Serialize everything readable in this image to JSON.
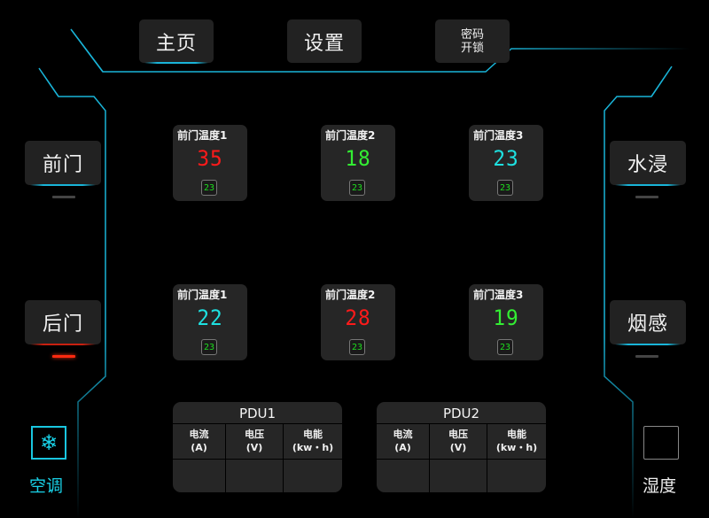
{
  "colors": {
    "accent_line": "#19b4d8",
    "hot": "#ff1a1a",
    "normal": "#33ee33",
    "cool": "#1ee0e0",
    "setpoint": "#1edc1e",
    "alarm": "#ff2a10"
  },
  "top_nav": {
    "home": "主页",
    "settings": "设置",
    "unlock_line1": "密码",
    "unlock_line2": "开锁"
  },
  "left_panel": {
    "front_door": {
      "label": "前门",
      "status": "normal"
    },
    "back_door": {
      "label": "后门",
      "status": "alarm"
    },
    "ac": {
      "label": "空调",
      "icon": "snowflake-icon"
    }
  },
  "right_panel": {
    "water": {
      "label": "水浸",
      "status": "normal"
    },
    "smoke": {
      "label": "烟感",
      "status": "normal"
    },
    "humidity": {
      "label": "湿度"
    }
  },
  "sensors_row1": [
    {
      "title": "前门温度1",
      "value": "35",
      "color": "hot",
      "setpoint": "23"
    },
    {
      "title": "前门温度2",
      "value": "18",
      "color": "normal",
      "setpoint": "23"
    },
    {
      "title": "前门温度3",
      "value": "23",
      "color": "cool",
      "setpoint": "23"
    }
  ],
  "sensors_row2": [
    {
      "title": "前门温度1",
      "value": "22",
      "color": "cool",
      "setpoint": "23"
    },
    {
      "title": "前门温度2",
      "value": "28",
      "color": "hot",
      "setpoint": "23"
    },
    {
      "title": "前门温度3",
      "value": "19",
      "color": "normal",
      "setpoint": "23"
    }
  ],
  "pdus": [
    {
      "title": "PDU1",
      "columns": [
        {
          "name": "电流",
          "unit": "(A)"
        },
        {
          "name": "电压",
          "unit": "(V)"
        },
        {
          "name": "电能",
          "unit": "(kw・h)"
        }
      ],
      "values": [
        "",
        "",
        ""
      ]
    },
    {
      "title": "PDU2",
      "columns": [
        {
          "name": "电流",
          "unit": "(A)"
        },
        {
          "name": "电压",
          "unit": "(V)"
        },
        {
          "name": "电能",
          "unit": "(kw・h)"
        }
      ],
      "values": [
        "",
        "",
        ""
      ]
    }
  ]
}
